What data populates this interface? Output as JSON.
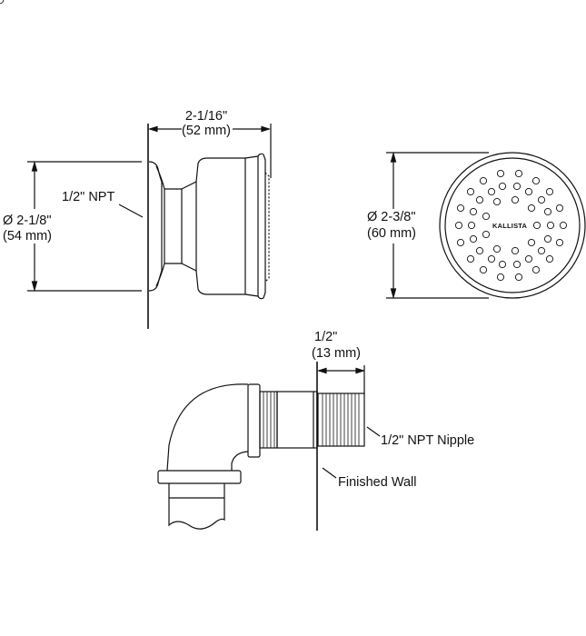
{
  "side_view": {
    "width_in": "2-1/16\"",
    "width_mm": "(52 mm)",
    "diameter_in": "Ø 2-1/8\"",
    "diameter_mm": "(54 mm)",
    "thread_label": "1/2\" NPT"
  },
  "front_view": {
    "diameter_in": "Ø 2-3/8\"",
    "diameter_mm": "(60 mm)",
    "brand": "KALLISTA"
  },
  "install_view": {
    "depth_in": "1/2\"",
    "depth_mm": "(13 mm)",
    "nipple_label": "1/2\" NPT Nipple",
    "wall_label": "Finished Wall"
  }
}
